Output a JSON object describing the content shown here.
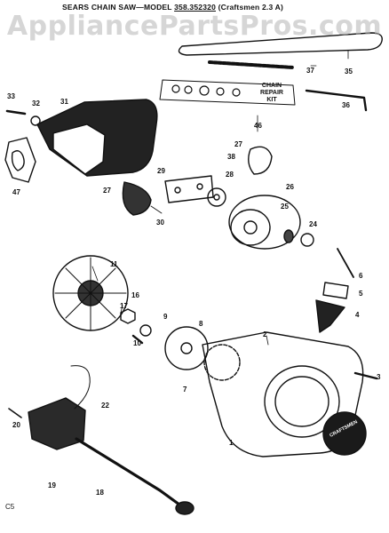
{
  "header": {
    "prefix": "SEARS CHAIN SAW—MODEL ",
    "model": "358.352320",
    "suffix": " (Craftsmen 2.3 A)"
  },
  "watermark": "AppliancePartsPros.com",
  "kit_label": {
    "line1": "CHAIN",
    "line2": "REPAIR",
    "line3": "KIT"
  },
  "brand_text": "CRAFTSMEN",
  "corner_code": "C5",
  "part_numbers": [
    {
      "id": "p33",
      "text": "33"
    },
    {
      "id": "p32",
      "text": "32"
    },
    {
      "id": "p31",
      "text": "31"
    },
    {
      "id": "p47",
      "text": "47"
    },
    {
      "id": "p37",
      "text": "37"
    },
    {
      "id": "p35",
      "text": "35"
    },
    {
      "id": "p36",
      "text": "36"
    },
    {
      "id": "p46",
      "text": "46"
    },
    {
      "id": "p27a",
      "text": "27"
    },
    {
      "id": "p38",
      "text": "38"
    },
    {
      "id": "p29",
      "text": "29"
    },
    {
      "id": "p28",
      "text": "28"
    },
    {
      "id": "p26",
      "text": "26"
    },
    {
      "id": "p27b",
      "text": "27"
    },
    {
      "id": "p30",
      "text": "30"
    },
    {
      "id": "p25",
      "text": "25"
    },
    {
      "id": "p24",
      "text": "24"
    },
    {
      "id": "p11",
      "text": "11"
    },
    {
      "id": "p6",
      "text": "6"
    },
    {
      "id": "p5",
      "text": "5"
    },
    {
      "id": "p16",
      "text": "16"
    },
    {
      "id": "p4",
      "text": "4"
    },
    {
      "id": "p17",
      "text": "17"
    },
    {
      "id": "p9",
      "text": "9"
    },
    {
      "id": "p10",
      "text": "10"
    },
    {
      "id": "p8",
      "text": "8"
    },
    {
      "id": "p2",
      "text": "2"
    },
    {
      "id": "p3",
      "text": "3"
    },
    {
      "id": "p7",
      "text": "7"
    },
    {
      "id": "p22",
      "text": "22"
    },
    {
      "id": "p20",
      "text": "20"
    },
    {
      "id": "p1",
      "text": "1"
    },
    {
      "id": "p19",
      "text": "19"
    },
    {
      "id": "p18",
      "text": "18"
    }
  ]
}
